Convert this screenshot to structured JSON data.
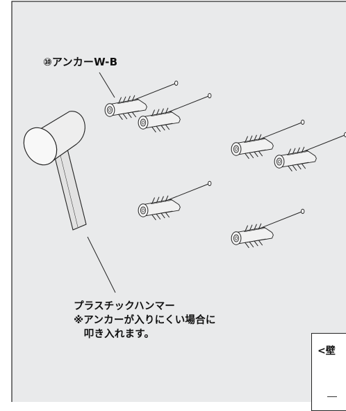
{
  "colors": {
    "background": "#e9eaeb",
    "frame": "#ffffff",
    "border": "#222222",
    "anchor_fill": "#f1f1f1",
    "hammer_head": "#eeeeee",
    "hammer_handle": "#e2e2e2"
  },
  "labels": {
    "anchor": "⑩アンカーW-B",
    "hammer_lines": [
      "プラスチックハンマー",
      "※アンカーが入りにくい場合に",
      "　叩き入れます。"
    ]
  },
  "inset": {
    "title": "<壁"
  },
  "icons": [
    "wall-anchor-icon",
    "plastic-hammer-icon"
  ]
}
